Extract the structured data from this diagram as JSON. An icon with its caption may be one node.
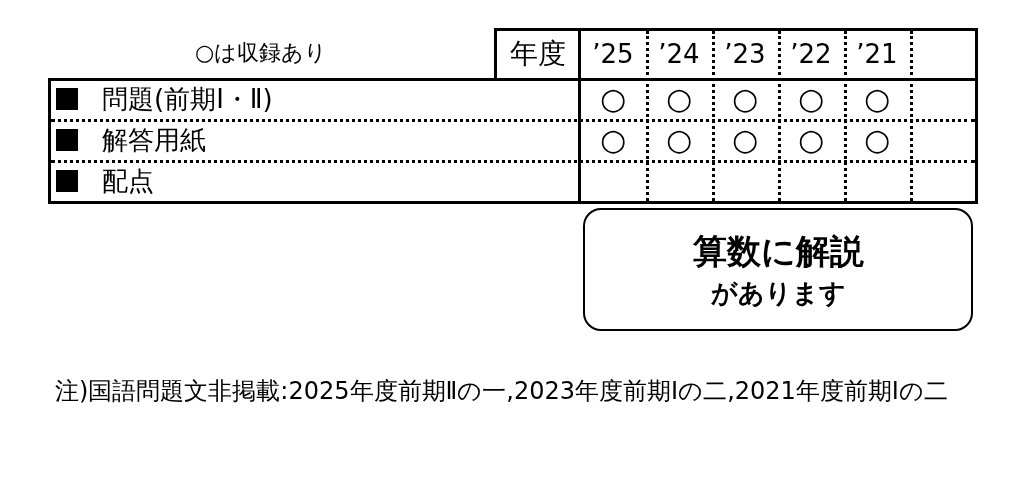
{
  "diagram": {
    "nodes": [
      {
        "text": [
          "算数に解説",
          "があります"
        ]
      }
    ],
    "labels": [
      "○は収録あり",
      "年度",
      "’25",
      "’24",
      "’23",
      "’22",
      "’21",
      "問題(前期Ⅰ・Ⅱ)",
      "○",
      "○",
      "○",
      "○",
      "○",
      "解答用紙",
      "○",
      "○",
      "○",
      "○",
      "○",
      "配点",
      "注)国語問題文非掲載:2025年度前期Ⅱの一,2023年度前期Ⅰの二,2021年度前期Ⅰの二"
    ]
  }
}
